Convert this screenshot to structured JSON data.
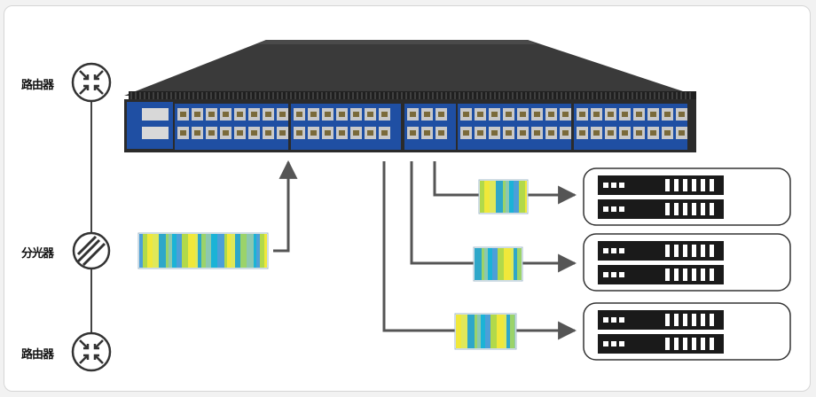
{
  "labels": {
    "router_top": "路由器",
    "splitter": "分光器",
    "router_bottom": "路由器"
  },
  "colors": {
    "line": "#555555",
    "switch_body": "#2a2a2a",
    "port_panel": "#1f4fa3",
    "stripe_a": "#1bb3d6",
    "stripe_b": "#f0e83a",
    "stripe_c": "#9bd36a"
  },
  "icons": [
    "router-icon",
    "splitter-icon",
    "router-icon",
    "server-icon"
  ]
}
